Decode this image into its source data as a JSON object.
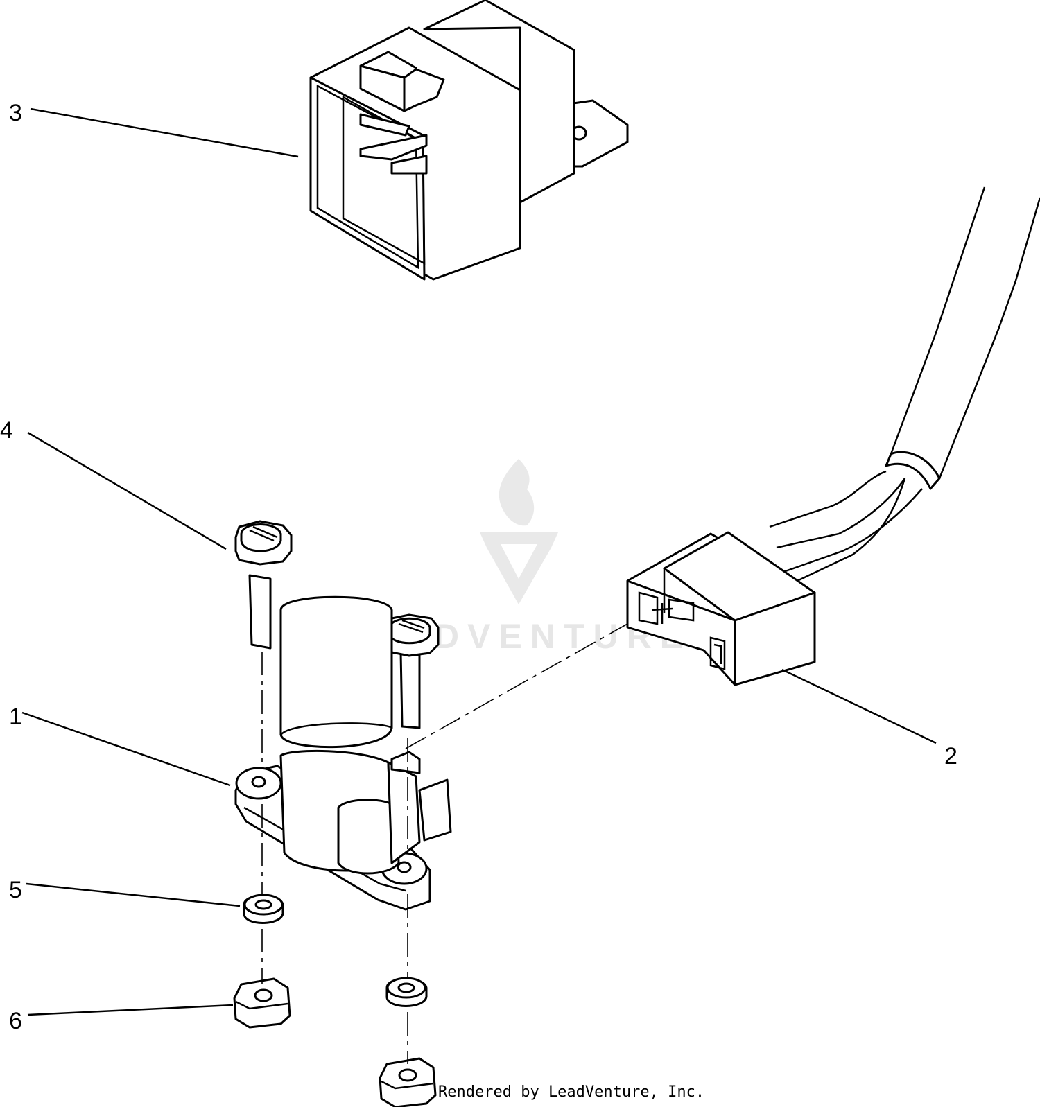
{
  "callouts": [
    {
      "id": "1",
      "label": "1"
    },
    {
      "id": "2",
      "label": "2"
    },
    {
      "id": "3",
      "label": "3"
    },
    {
      "id": "4",
      "label": "4"
    },
    {
      "id": "5",
      "label": "5"
    },
    {
      "id": "6",
      "label": "6"
    }
  ],
  "watermark": {
    "text": "LEADVENTURE",
    "icon": "leadventure-flame-logo"
  },
  "footer": {
    "credit": "Rendered by LeadVenture, Inc."
  },
  "colors": {
    "line": "#000000",
    "background": "#ffffff",
    "watermark": "#e6e6e6"
  }
}
